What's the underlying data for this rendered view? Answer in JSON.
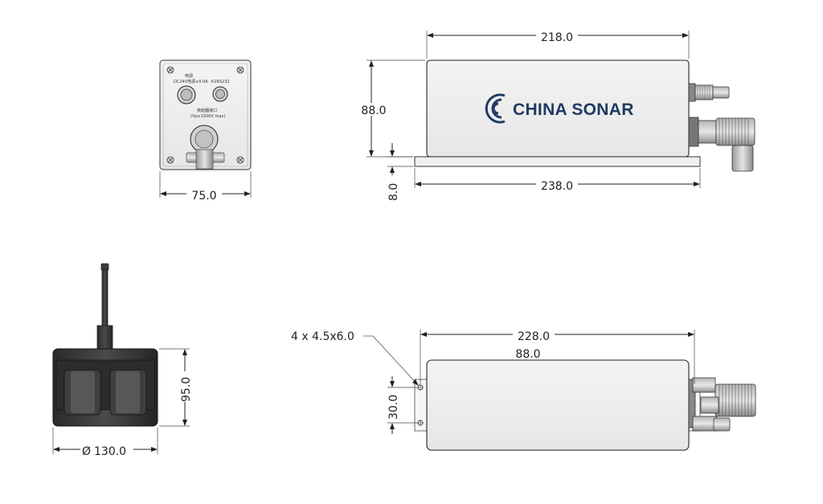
{
  "front_view": {
    "width_dim": "75.0",
    "labels": {
      "power": "电源",
      "power_spec": "DC24V电源≤5.0A",
      "rs232": "※1RS232",
      "transducer": "换能器接口",
      "transducer_spec": "(Vp≤1500V max)"
    }
  },
  "side_view": {
    "length_dim": "218.0",
    "height_dim": "88.0",
    "base_thickness_dim": "8.0",
    "base_length_dim": "238.0",
    "brand_name": "CHINA SONAR",
    "brand_color": "#1f3a62"
  },
  "transducer_view": {
    "height_dim": "95.0",
    "diameter_dim": "130.0",
    "diameter_symbol": "Ø"
  },
  "top_view": {
    "hole_spec": "4 x 4.5x6.0",
    "hole_spacing_dim": "228.0",
    "width_dim": "88.0",
    "hole_pitch_dim": "30.0"
  }
}
